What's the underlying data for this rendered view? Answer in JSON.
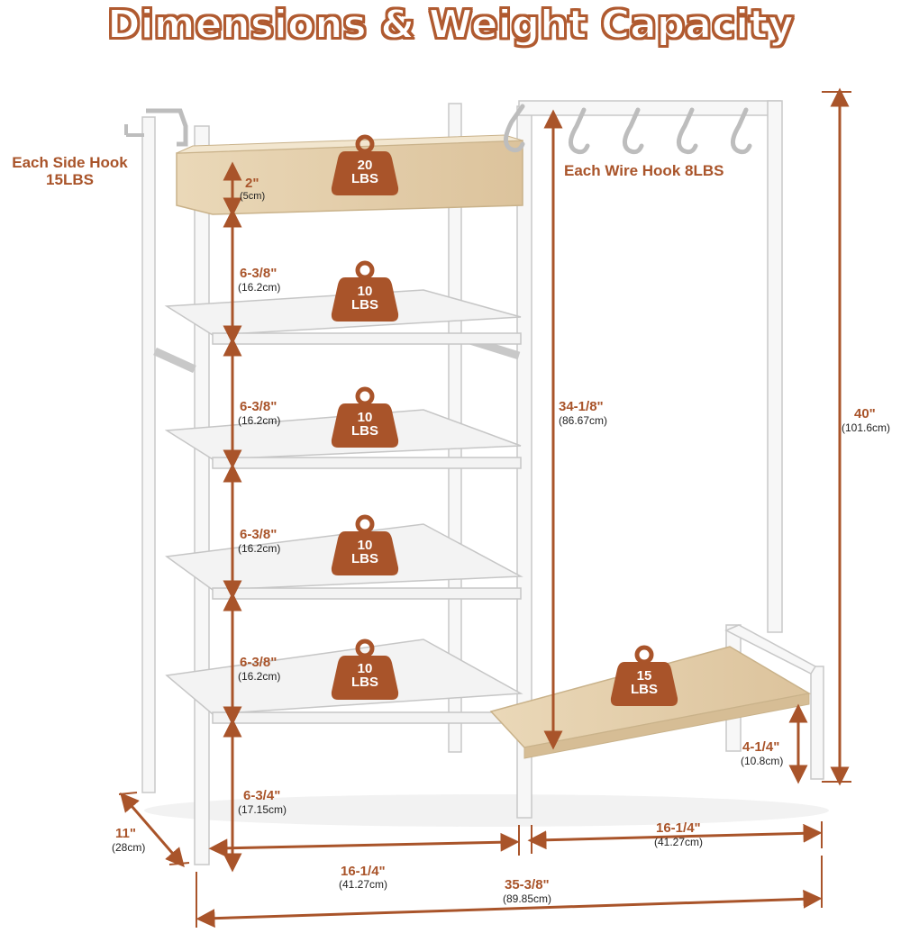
{
  "title": "Dimensions & Weight Capacity",
  "notes": {
    "side_hook": "Each Side Hook",
    "side_hook_weight": "15LBS",
    "wire_hook": "Each Wire Hook 8LBS"
  },
  "weights": [
    {
      "value": "20",
      "unit": "LBS"
    },
    {
      "value": "10",
      "unit": "LBS"
    },
    {
      "value": "10",
      "unit": "LBS"
    },
    {
      "value": "10",
      "unit": "LBS"
    },
    {
      "value": "10",
      "unit": "LBS"
    },
    {
      "value": "15",
      "unit": "LBS"
    }
  ],
  "dimensions": {
    "top_tray": {
      "in": "2\"",
      "cm": "(5cm)"
    },
    "shelf_gap_1": {
      "in": "6-3/8\"",
      "cm": "(16.2cm)"
    },
    "shelf_gap_2": {
      "in": "6-3/8\"",
      "cm": "(16.2cm)"
    },
    "shelf_gap_3": {
      "in": "6-3/8\"",
      "cm": "(16.2cm)"
    },
    "shelf_gap_4": {
      "in": "6-3/8\"",
      "cm": "(16.2cm)"
    },
    "bottom_gap": {
      "in": "6-3/4\"",
      "cm": "(17.15cm)"
    },
    "hanging_height": {
      "in": "34-1/8\"",
      "cm": "(86.67cm)"
    },
    "total_height": {
      "in": "40\"",
      "cm": "(101.6cm)"
    },
    "base_height": {
      "in": "4-1/4\"",
      "cm": "(10.8cm)"
    },
    "depth": {
      "in": "11\"",
      "cm": "(28cm)"
    },
    "shelf_width": {
      "in": "16-1/4\"",
      "cm": "(41.27cm)"
    },
    "hanger_width": {
      "in": "16-1/4\"",
      "cm": "(41.27cm)"
    },
    "total_width": {
      "in": "35-3/8\"",
      "cm": "(89.85cm)"
    }
  },
  "colors": {
    "accent": "#a9542a",
    "frame": "#f7f7f7",
    "frame_edge": "#c8c8c8",
    "wood": "#e6d3b2"
  }
}
